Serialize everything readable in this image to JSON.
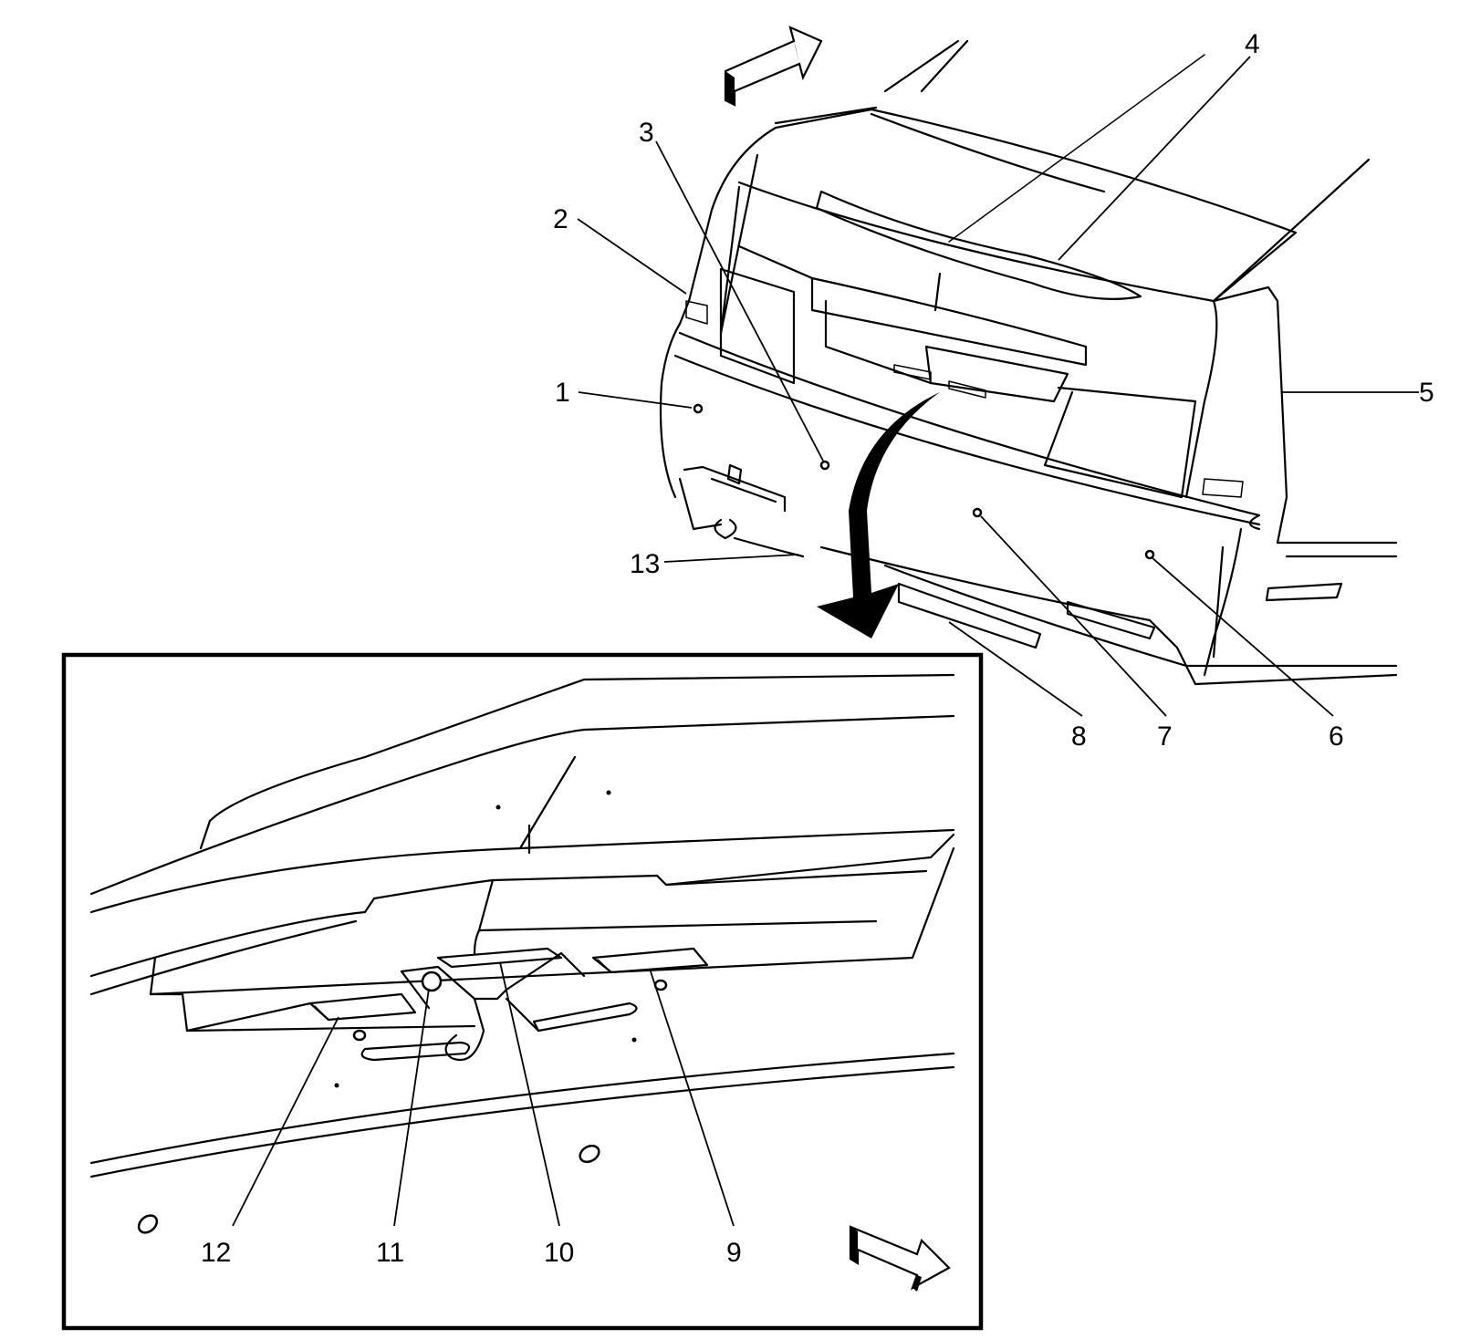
{
  "callouts": [
    {
      "id": "1",
      "label": "1"
    },
    {
      "id": "2",
      "label": "2"
    },
    {
      "id": "3",
      "label": "3"
    },
    {
      "id": "4",
      "label": "4"
    },
    {
      "id": "5",
      "label": "5"
    },
    {
      "id": "6",
      "label": "6"
    },
    {
      "id": "7",
      "label": "7"
    },
    {
      "id": "8",
      "label": "8"
    },
    {
      "id": "9",
      "label": "9"
    },
    {
      "id": "10",
      "label": "10"
    },
    {
      "id": "11",
      "label": "11"
    },
    {
      "id": "12",
      "label": "12"
    },
    {
      "id": "13",
      "label": "13"
    }
  ],
  "icons": [
    "vehicle-front-direction-arrow-icon",
    "vehicle-front-direction-arrow-icon",
    "detail-view-arrow-icon"
  ],
  "colors": {
    "line": "#000000",
    "background": "#ffffff"
  }
}
